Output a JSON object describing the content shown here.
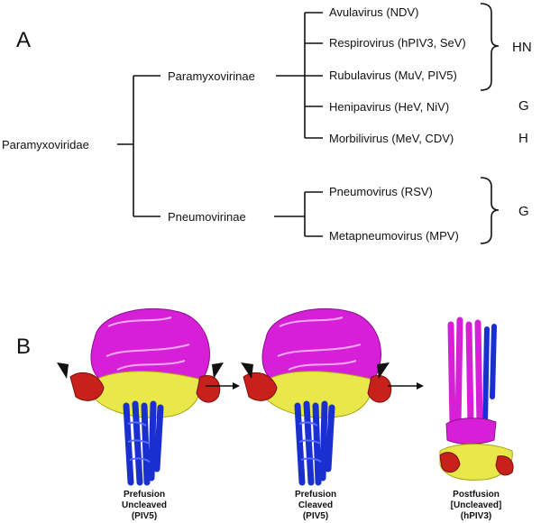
{
  "panelA": {
    "label": "A",
    "root": "Paramyxoviridae",
    "subfamilies": {
      "paramyxovirinae": "Paramyxovirinae",
      "pneumovirinae": "Pneumovirinae"
    },
    "genera": [
      "Avulavirus (NDV)",
      "Respirovirus (hPIV3, SeV)",
      "Rubulavirus (MuV, PIV5)",
      "Henipavirus (HeV, NiV)",
      "Morbilivirus (MeV, CDV)",
      "Pneumovirus (RSV)",
      "Metapneumovirus (MPV)"
    ],
    "attachment_groups": {
      "hn": "HN",
      "g1": "G",
      "h": "H",
      "g2": "G"
    }
  },
  "panelB": {
    "label": "B",
    "structures": [
      {
        "line1": "Prefusion",
        "line2": "Uncleaved",
        "line3": "(PIV5)"
      },
      {
        "line1": "Prefusion",
        "line2": "Cleaved",
        "line3": "(PIV5)"
      },
      {
        "line1": "Postfusion",
        "line2": "[Uncleaved]",
        "line3": "(hPIV3)"
      }
    ],
    "colors": {
      "head": "#d81fd8",
      "middle": "#e8e84a",
      "stalk": "#1a2fd0",
      "accent": "#c8201a"
    }
  }
}
